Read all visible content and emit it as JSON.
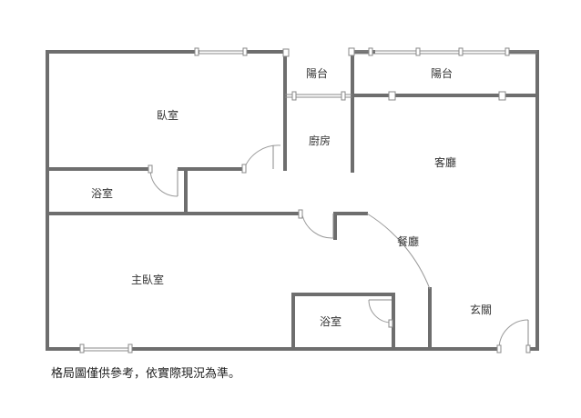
{
  "rooms": {
    "bedroom": "臥室",
    "bathroom_1": "浴室",
    "balcony_1": "陽台",
    "balcony_2": "陽台",
    "kitchen": "廚房",
    "living_room": "客廳",
    "dining_room": "餐廳",
    "master_bedroom": "主臥室",
    "bathroom_2": "浴室",
    "entrance": "玄關"
  },
  "note": "格局圖僅供參考，依實際現況為準。",
  "colors": {
    "wall": "#6e6e6e",
    "text": "#333333",
    "background": "#ffffff"
  }
}
